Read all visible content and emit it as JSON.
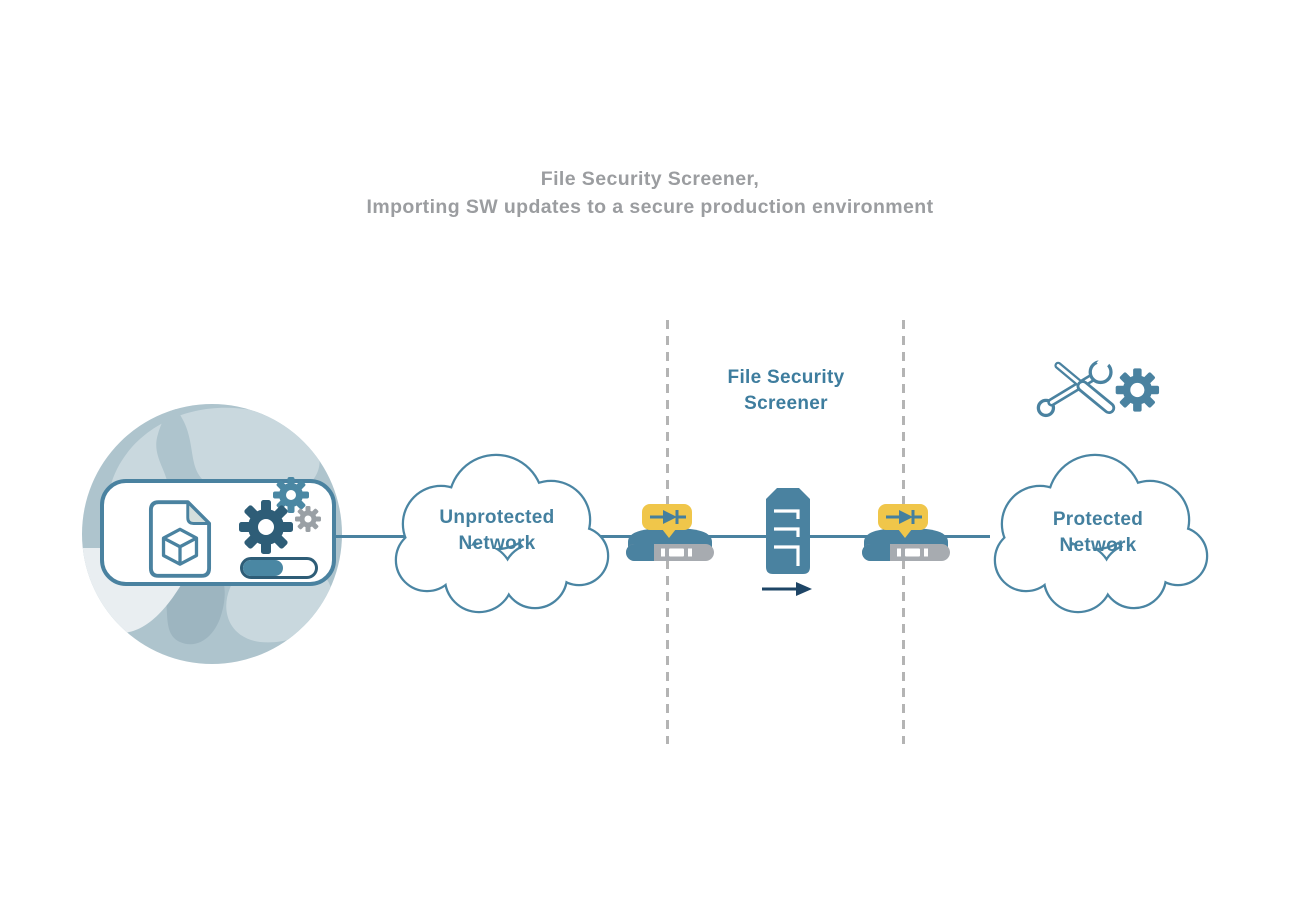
{
  "title": {
    "line1": "File Security Screener,",
    "line2": "Importing SW updates to a secure production environment"
  },
  "diagram": {
    "unprotected_cloud": {
      "line1": "Unprotected",
      "line2": "Network"
    },
    "protected_cloud": {
      "line1": "Protected",
      "line2": "Network"
    },
    "screener_label": {
      "line1": "File Security",
      "line2": "Screener"
    },
    "update_progress": {
      "percent": 55,
      "style": "width:55%"
    },
    "icons": {
      "globe": "globe-internet-icon",
      "package_file": "software-package-file-icon",
      "update_gears": "update-gears-icon",
      "progress_bar": "download-progress-bar",
      "data_diode": "data-diode-device-icon",
      "server": "screener-server-icon",
      "flow_arrow": "one-way-flow-arrow-icon",
      "tools": "maintenance-tools-icon",
      "gear": "settings-gear-icon"
    },
    "colors": {
      "teal": "#4a82a0",
      "dark_teal": "#2e5d77",
      "cloud_stroke": "#4a85a3",
      "label_teal": "#44809f",
      "yellow": "#f0c64a",
      "device_gray": "#a7abb0",
      "gear_gray": "#9aa0a5",
      "dashed_gray": "#b4b4b4",
      "title_gray": "#9b9da0",
      "arrow_navy": "#1e4566",
      "globe_base": "#aec4cd",
      "globe_land_light": "#c9d8de",
      "globe_land_dark": "#9db5c0",
      "globe_highlight": "#e9eef1"
    }
  }
}
